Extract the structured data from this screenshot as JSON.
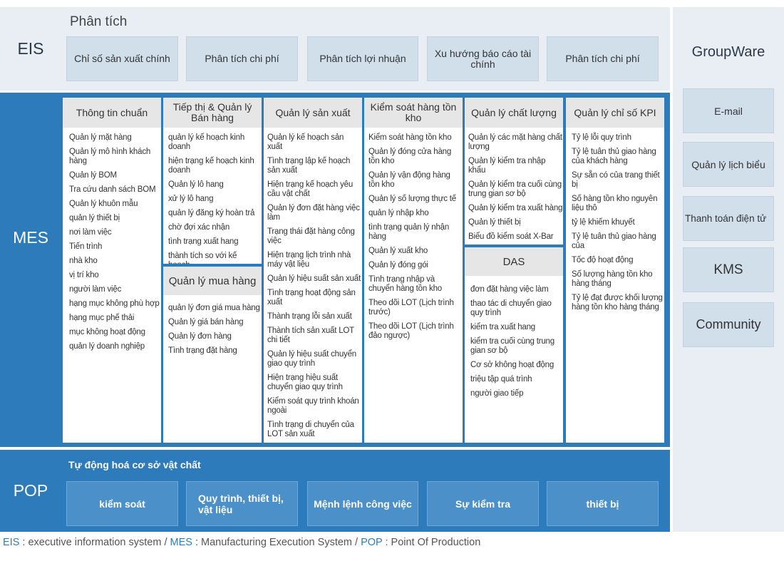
{
  "eis": {
    "label": "EIS",
    "title": "Phân tích",
    "boxes": [
      "Chỉ số sản xuất chính",
      "Phân tích chi phí",
      "Phân tích lợi nhuận",
      "Xu hướng báo cáo tài chính",
      "Phân tích chi phí"
    ]
  },
  "mes": {
    "label": "MES",
    "columns": [
      {
        "title": "Thông tin chuẩn",
        "items": [
          "Quản lý mặt hàng",
          "Quản lý mô hình khách hàng",
          "Quản lý BOM",
          "Tra cứu danh sách BOM",
          "Quản lý khuôn mẫu",
          "quản lý thiết bị",
          "nơi làm việc",
          "Tiến trình",
          "nhà kho",
          "vị trí kho",
          "người làm việc",
          "hạng mục không phù hợp",
          "hạng mục phế thải",
          "mục không hoạt động",
          "quản lý doanh nghiệp"
        ]
      },
      {
        "title": "Tiếp thị & Quản lý Bán hàng",
        "items": [
          "quản lý kế hoạch kinh doanh",
          "hiện trạng kế hoạch kinh doanh",
          "Quản lý lô hang",
          "xử lý lô hang",
          "quản lý đăng ký hoàn trả",
          "chờ đợi xác nhận",
          "tình trạng xuất hang",
          "thành tích so với kế hoạch"
        ],
        "sub_title": "Quản lý mua hàng",
        "sub_items": [
          "quản lý đơn giá mua hàng",
          "Quản lý giá bán hàng",
          "Quản lý đơn hàng",
          "Tình trạng đặt hàng"
        ]
      },
      {
        "title": "Quản lý sản xuất",
        "items": [
          "Quản lý kế hoạch sản xuất",
          "Tình trạng lập kế hoạch sản xuất",
          "Hiện trạng kế hoạch yêu cầu vật chất",
          "Quản lý đơn đặt hàng việc làm",
          "Trạng thái đặt hàng công việc",
          "Hiện trạng lịch trình nhà máy vật liệu",
          "Quản lý hiệu suất sản xuất",
          "Tình trạng hoạt động sản xuất",
          "Thành trạng lỗi sản xuất",
          "Thành tích sản xuất LOT chi tiết",
          "Quản lý hiệu suất chuyển giao quy trình",
          "Hiện trạng hiệu suất chuyển giao quy trình",
          "Kiểm soát quy trình khoán ngoài",
          "Tình trạng di chuyển của LOT sản xuất"
        ]
      },
      {
        "title": "Kiểm soát hàng tồn kho",
        "items": [
          "Kiểm soát hàng tồn kho",
          "Quản lý đóng cửa hàng tồn kho",
          "Quản lý vận động hàng tồn kho",
          "Quản lý số lượng thực tế",
          "quản lý nhập kho",
          "tình trạng quản lý nhận hàng",
          "Quản lý xuất kho",
          "Quản lý đóng gói",
          "Tình trạng nhập và chuyển hàng tồn kho",
          "Theo dõi LOT (Lịch trình trước)",
          "Theo dõi LOT (Lịch trình đảo ngược)"
        ]
      },
      {
        "title": "Quản lý chất lượng",
        "items": [
          "Quản lý các mặt hàng chất lượng",
          "Quản lý kiểm tra nhập khẩu",
          "Quản lý kiểm tra cuối cùng trung gian sơ bộ",
          "Quản lý kiểm tra xuất hàng",
          "Quản lý thiết bị",
          "Biểu đồ kiểm soát X-Bar"
        ],
        "sub_title": "DAS",
        "sub_items": [
          "đơn đặt hàng việc làm",
          "thao tác di chuyển giao quy trình",
          "kiểm tra xuất hang",
          "kiểm tra cuối cùng trung gian sơ bộ",
          "Cơ sở không hoạt động",
          "triệu tập quá trình",
          "người giao tiếp"
        ]
      },
      {
        "title": "Quản lý chỉ số KPI",
        "items": [
          "Tỷ lệ lỗi quy trình",
          "Tỷ lệ tuân thủ giao hàng của khách hàng",
          "Sự sẵn có của trang thiết bị",
          "Số hàng tồn kho nguyên liệu thô",
          "tỷ lệ khiếm khuyết",
          "Tỷ lệ tuân thủ giao hàng của",
          "Tốc độ hoạt động",
          "Số lượng hàng tồn kho hàng tháng",
          "Tỷ lệ đạt được khối lượng hàng tồn kho hàng tháng"
        ]
      }
    ]
  },
  "pop": {
    "label": "POP",
    "title": "Tự động hoá cơ sở vật chất",
    "boxes": [
      "kiểm soát",
      "Quy trình, thiết bị, vật liệu",
      "Mệnh lệnh công việc",
      "Sự kiểm tra",
      "thiết bị"
    ]
  },
  "groupware": {
    "title": "GroupWare",
    "boxes": [
      "E-mail",
      "Quản lý lịch biểu",
      "Thanh toán điện tử",
      "KMS",
      "Community"
    ]
  },
  "footer": {
    "eis_key": "EIS",
    "eis_text": " : executive information system / ",
    "mes_key": "MES",
    "mes_text": " :  Manufacturing Execution System / ",
    "pop_key": "POP",
    "pop_text": " : Point Of Production"
  }
}
